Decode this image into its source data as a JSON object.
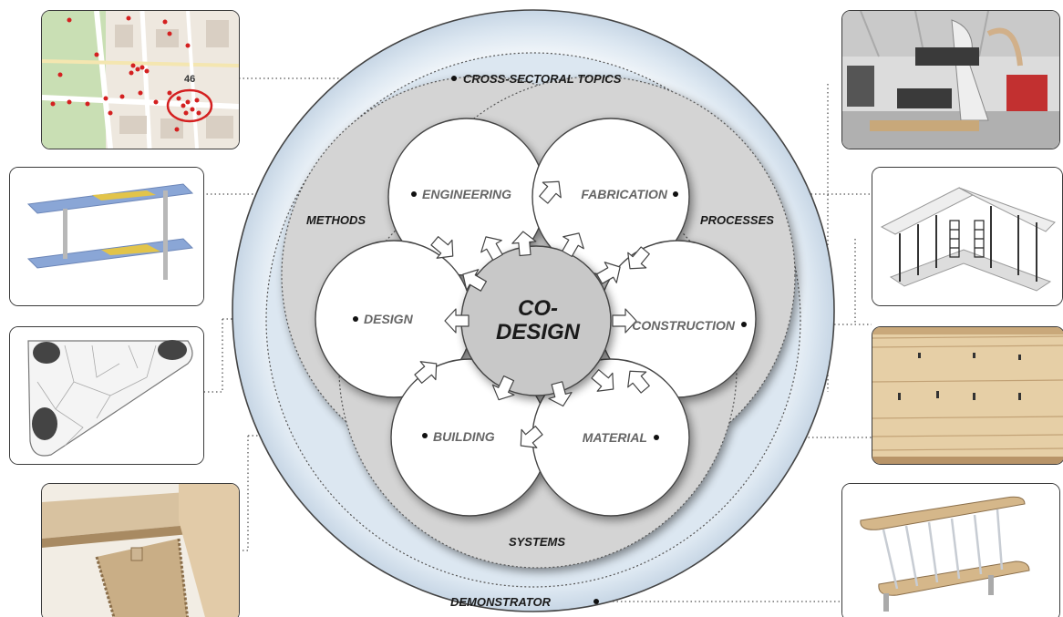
{
  "center": {
    "line1": "CO-",
    "line2": "DESIGN"
  },
  "rings": {
    "outer": "DEMONSTRATOR",
    "middle": "CROSS-SECTORAL TOPICS"
  },
  "groups": {
    "methods": "METHODS",
    "processes": "PROCESSES",
    "systems": "SYSTEMS"
  },
  "petals": {
    "engineering": "ENGINEERING",
    "fabrication": "FABRICATION",
    "design": "DESIGN",
    "construction": "CONSTRUCTION",
    "building": "BUILDING",
    "material": "MATERIAL"
  },
  "map_badge": "46",
  "colors": {
    "ring_fill": "#dce7f1",
    "group_fill": "#d4d4d4",
    "petal_fill": "#ffffff",
    "core_fill": "#c8c8c8",
    "label_dark": "#1a1a1a",
    "label_grey": "#666666",
    "map_marker": "#d42020"
  }
}
